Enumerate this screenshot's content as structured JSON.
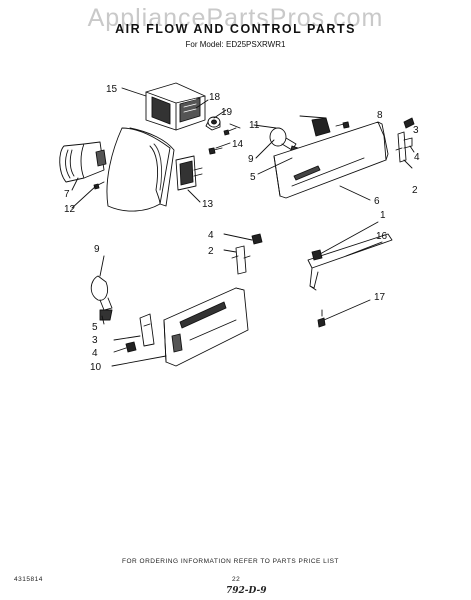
{
  "watermark": "AppliancePartsPros.com",
  "title": "AIR FLOW AND CONTROL PARTS",
  "model": "For Model: ED25PSXRWR1",
  "callouts": [
    {
      "id": "c15",
      "text": "15"
    },
    {
      "id": "c18",
      "text": "18"
    },
    {
      "id": "c19",
      "text": "19"
    },
    {
      "id": "c11",
      "text": "11"
    },
    {
      "id": "c8",
      "text": "8"
    },
    {
      "id": "c14",
      "text": "14"
    },
    {
      "id": "c9a",
      "text": "9"
    },
    {
      "id": "c5a",
      "text": "5"
    },
    {
      "id": "c7",
      "text": "7"
    },
    {
      "id": "c12",
      "text": "12"
    },
    {
      "id": "c13",
      "text": "13"
    },
    {
      "id": "c6",
      "text": "6"
    },
    {
      "id": "c3a",
      "text": "3"
    },
    {
      "id": "c4a",
      "text": "4"
    },
    {
      "id": "c2a",
      "text": "2"
    },
    {
      "id": "c4b",
      "text": "4"
    },
    {
      "id": "c2b",
      "text": "2"
    },
    {
      "id": "c1",
      "text": "1"
    },
    {
      "id": "c16",
      "text": "16"
    },
    {
      "id": "c9b",
      "text": "9"
    },
    {
      "id": "c17",
      "text": "17"
    },
    {
      "id": "c5b",
      "text": "5"
    },
    {
      "id": "c3b",
      "text": "3"
    },
    {
      "id": "c4c",
      "text": "4"
    },
    {
      "id": "c10",
      "text": "10"
    }
  ],
  "footer": {
    "left": "4315814",
    "center": "FOR ORDERING INFORMATION REFER TO PARTS PRICE LIST",
    "page": "22",
    "signature": "792-D-9"
  }
}
